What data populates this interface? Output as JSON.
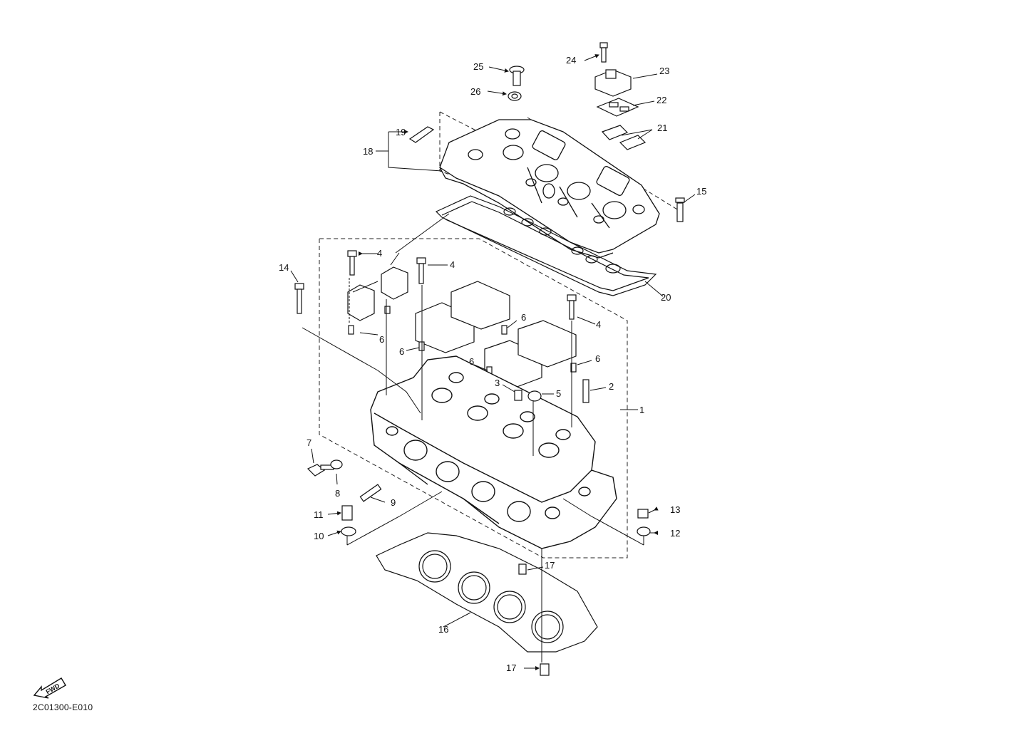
{
  "diagram_code": "2C01300-E010",
  "fwd_label": "FWD",
  "callouts": [
    {
      "id": "1",
      "text": "1"
    },
    {
      "id": "2",
      "text": "2"
    },
    {
      "id": "3",
      "text": "3"
    },
    {
      "id": "4a",
      "text": "4"
    },
    {
      "id": "4b",
      "text": "4"
    },
    {
      "id": "4c",
      "text": "4"
    },
    {
      "id": "5",
      "text": "5"
    },
    {
      "id": "6a",
      "text": "6"
    },
    {
      "id": "6b",
      "text": "6"
    },
    {
      "id": "6c",
      "text": "6"
    },
    {
      "id": "6d",
      "text": "6"
    },
    {
      "id": "6e",
      "text": "6"
    },
    {
      "id": "7",
      "text": "7"
    },
    {
      "id": "8",
      "text": "8"
    },
    {
      "id": "9",
      "text": "9"
    },
    {
      "id": "10",
      "text": "10"
    },
    {
      "id": "11",
      "text": "11"
    },
    {
      "id": "12",
      "text": "12"
    },
    {
      "id": "13",
      "text": "13"
    },
    {
      "id": "14",
      "text": "14"
    },
    {
      "id": "15",
      "text": "15"
    },
    {
      "id": "16",
      "text": "16"
    },
    {
      "id": "17a",
      "text": "17"
    },
    {
      "id": "17b",
      "text": "17"
    },
    {
      "id": "18",
      "text": "18"
    },
    {
      "id": "19",
      "text": "19"
    },
    {
      "id": "20",
      "text": "20"
    },
    {
      "id": "21",
      "text": "21"
    },
    {
      "id": "22",
      "text": "22"
    },
    {
      "id": "23",
      "text": "23"
    },
    {
      "id": "24",
      "text": "24"
    },
    {
      "id": "25",
      "text": "25"
    },
    {
      "id": "26",
      "text": "26"
    }
  ]
}
